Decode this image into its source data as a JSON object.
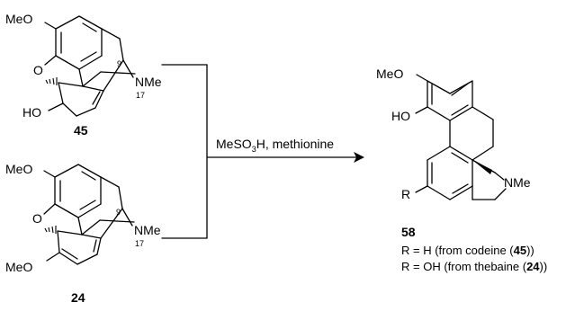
{
  "compounds": {
    "codeine": {
      "number": "45",
      "methoxy": "MeO",
      "ether_o": "O",
      "hydroxyl": "HO",
      "locant_9": "9",
      "locant_17": "17",
      "amine": "NMe"
    },
    "thebaine": {
      "number": "24",
      "methoxy_top": "MeO",
      "ether_o": "O",
      "methoxy_bottom": "MeO",
      "locant_9": "9",
      "locant_17": "17",
      "amine": "NMe"
    },
    "aporphine": {
      "number": "58",
      "methoxy": "MeO",
      "hydroxyl": "HO",
      "amine": "NMe",
      "r_group": "R",
      "r_lines": [
        {
          "pre": "R = H (from codeine (",
          "ref": "45",
          "post": "))"
        },
        {
          "pre": "R = OH (from thebaine (",
          "ref": "24",
          "post": "))"
        }
      ]
    }
  },
  "conditions": {
    "reagent_pre": "MeSO",
    "reagent_sub": "3",
    "reagent_post": "H, methionine"
  }
}
